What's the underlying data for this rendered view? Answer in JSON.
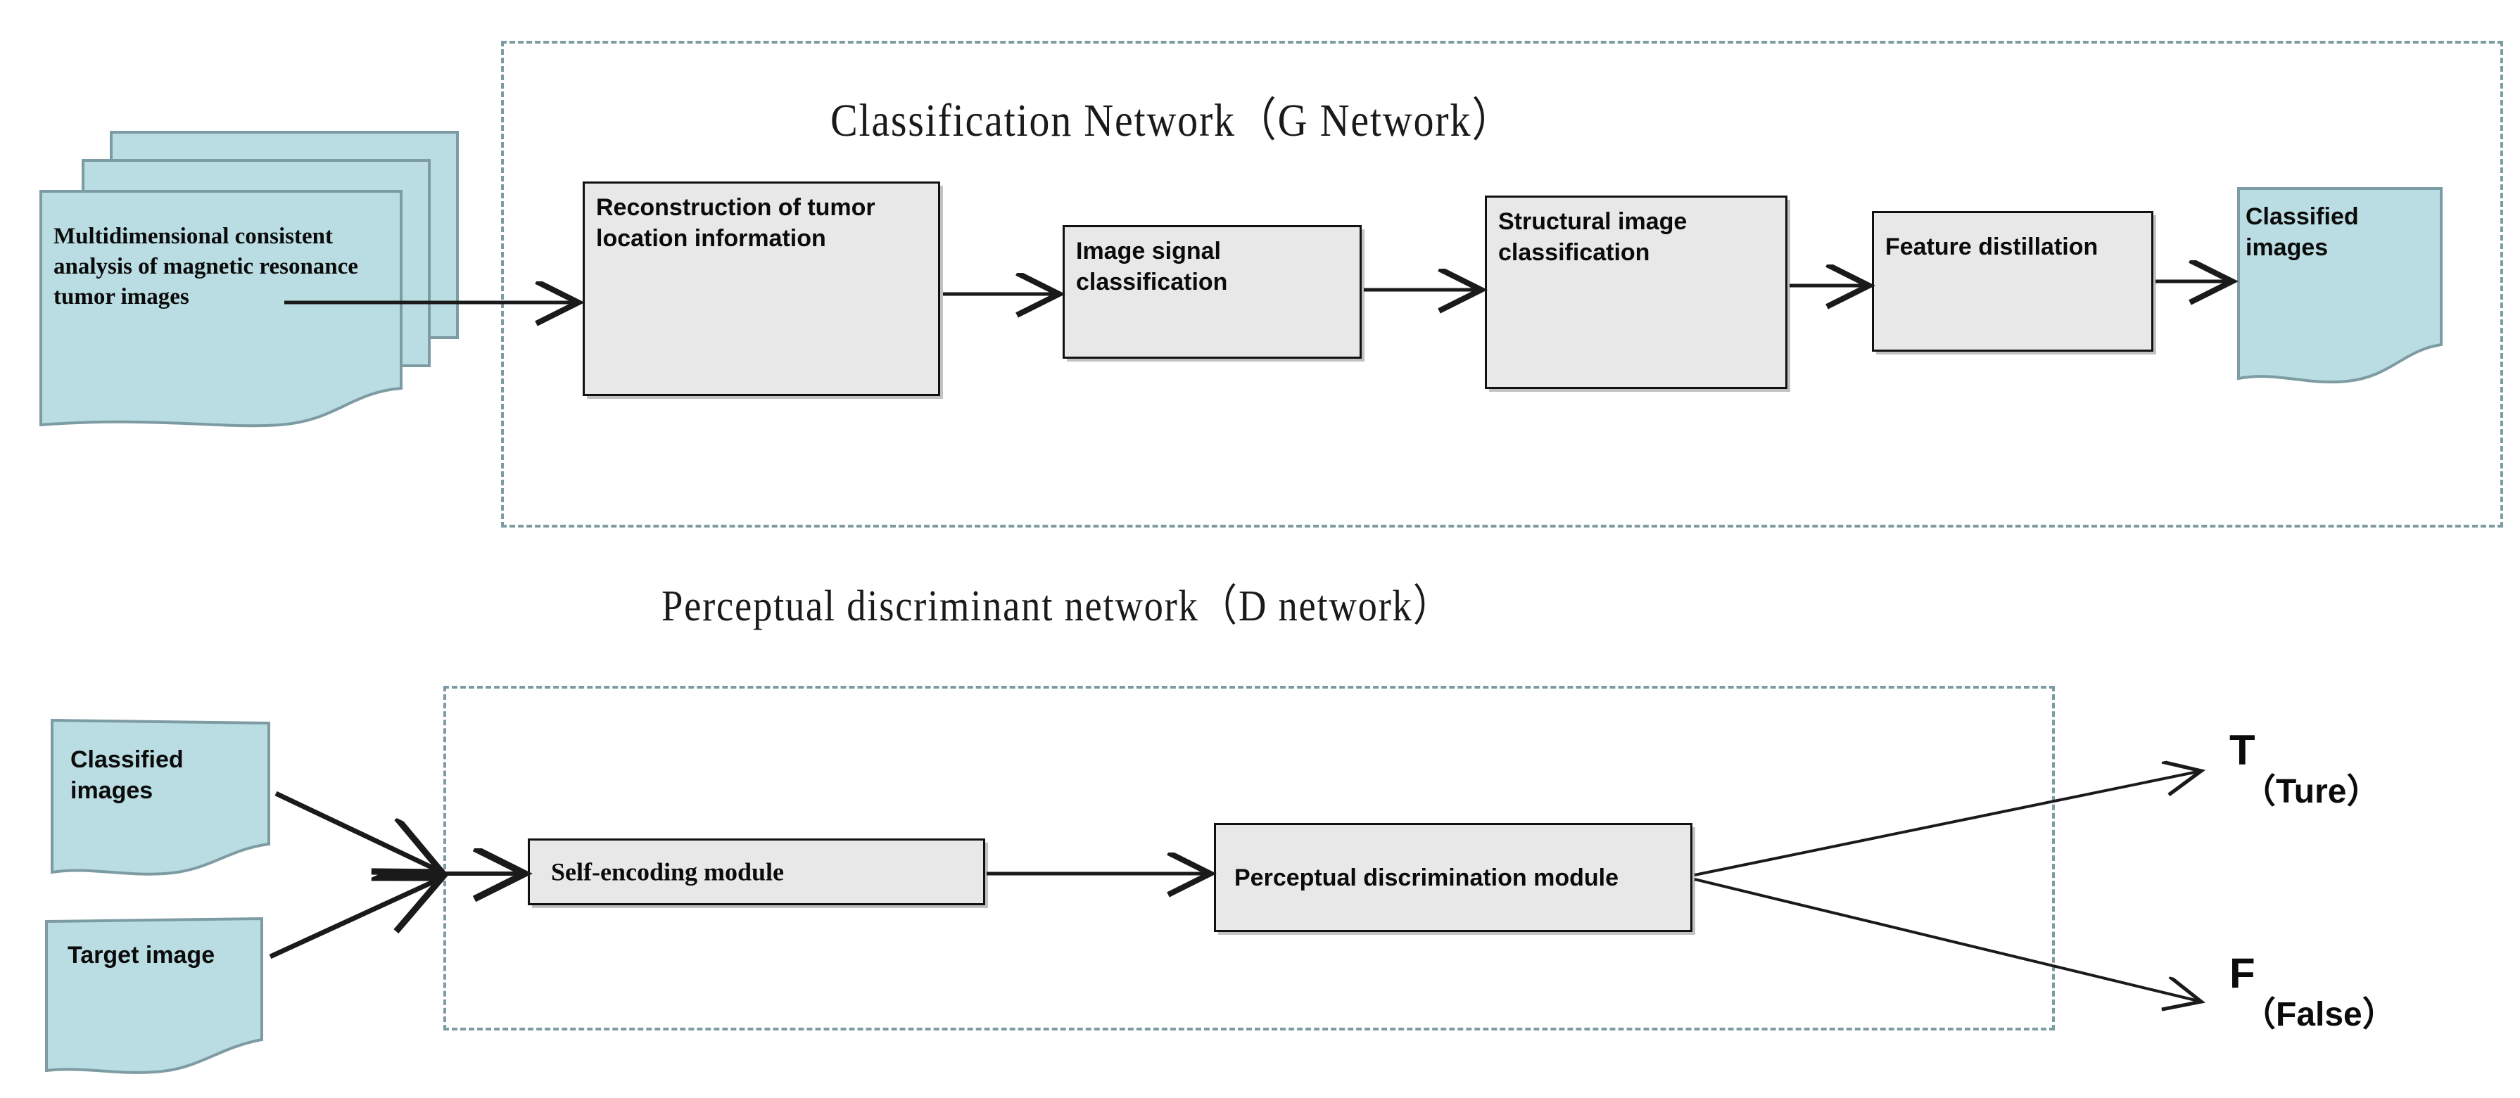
{
  "diagram": {
    "title_g": "Classification Network（G Network）",
    "title_d": "Perceptual discriminant network（D network）",
    "colors": {
      "doc_fill": "#b9dde2",
      "doc_stroke": "#7d9ba2",
      "box_fill": "#e8e8e8",
      "box_stroke": "#111111",
      "frame_stroke": "#7d9ba2",
      "arrow": "#1a1a1a",
      "text": "#0b0b0b"
    }
  },
  "g_network": {
    "input_document": {
      "label": "Multidimensional consistent analysis of magnetic resonance tumor images",
      "stacked_pages": 3
    },
    "steps": [
      {
        "label": "Reconstruction of tumor location information"
      },
      {
        "label": "Image signal classification"
      },
      {
        "label": "Structural image classification"
      },
      {
        "label": "Feature distillation"
      }
    ],
    "output_document": {
      "label": "Classified images"
    }
  },
  "d_network": {
    "inputs": [
      {
        "label": "Classified images"
      },
      {
        "label": "Target image"
      }
    ],
    "steps": [
      {
        "label": "Self-encoding module"
      },
      {
        "label": "Perceptual discrimination module"
      }
    ],
    "outputs": [
      {
        "letter": "T",
        "word": "（Ture）"
      },
      {
        "letter": "F",
        "word": "（False）"
      }
    ]
  }
}
